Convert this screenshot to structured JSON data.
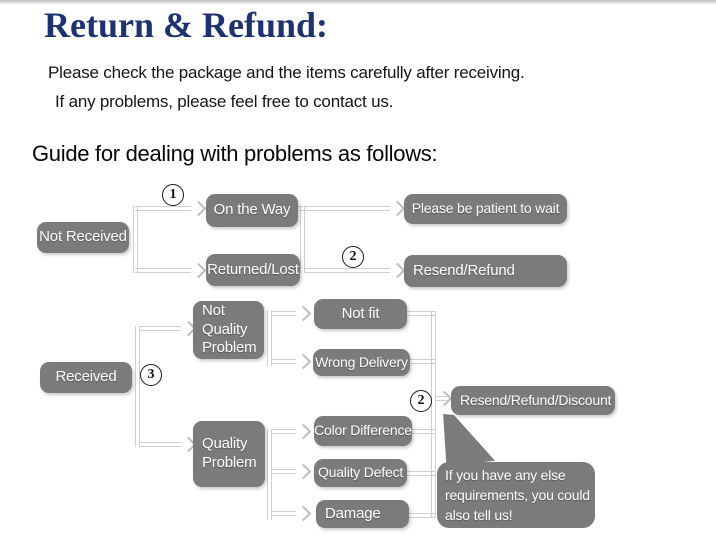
{
  "page": {
    "title": "Return & Refund:",
    "intro_line1": "Please check the package and the items carefully after receiving.",
    "intro_line2": "If any problems, please feel free to contact us.",
    "guide_heading": "Guide for dealing with problems as follows:"
  },
  "colors": {
    "title_navy": "#1e3170",
    "node_gray": "#7b7b7b",
    "node_text": "#ffffff",
    "connector_gray": "#cfcfcf",
    "badge_ink": "#1a1a1a"
  },
  "flowchart": {
    "badges": {
      "step1": "1",
      "step2": "2",
      "step3": "3"
    },
    "nodes": {
      "not_received": "Not Received",
      "on_the_way": "On the Way",
      "returned_lost": "Returned/Lost",
      "please_be_patient": "Please be patient to wait",
      "resend_refund": "Resend/Refund",
      "received": "Received",
      "not_quality_problem": "Not\nQuality\nProblem",
      "not_fit": "Not fit",
      "wrong_delivery": "Wrong Delivery",
      "quality_problem": "Quality\nProblem",
      "color_difference": "Color Difference",
      "quality_defect": "Quality Defect",
      "damage": "Damage",
      "resend_refund_discount": "Resend/Refund/Discount"
    },
    "note_bubble": "If you have any else\nrequirements, you could\nalso tell us!"
  }
}
